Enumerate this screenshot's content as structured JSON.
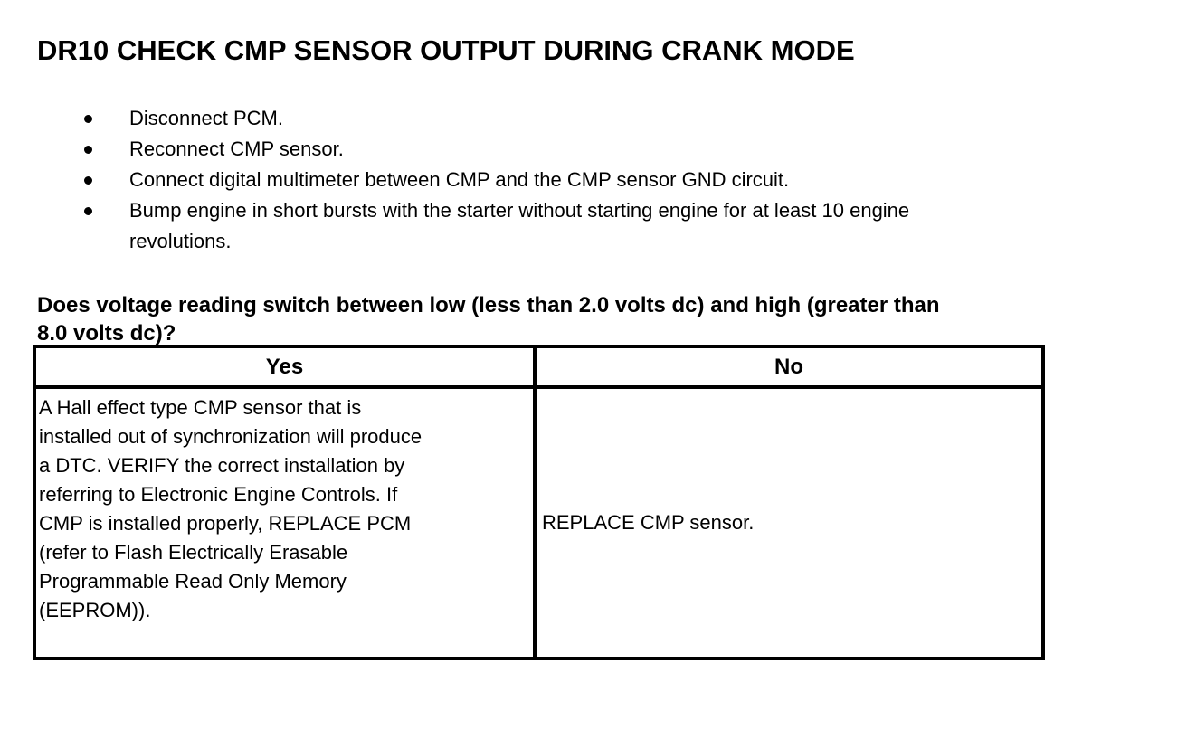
{
  "document": {
    "title": "DR10 CHECK CMP SENSOR OUTPUT DURING CRANK MODE",
    "steps": {
      "items": [
        {
          "lines": [
            "Disconnect PCM."
          ]
        },
        {
          "lines": [
            "Reconnect CMP sensor."
          ]
        },
        {
          "lines": [
            "Connect digital multimeter between CMP and the CMP sensor GND circuit."
          ]
        },
        {
          "lines": [
            "Bump engine in short bursts with the starter without starting engine for at least 10 engine",
            "revolutions."
          ]
        }
      ]
    },
    "question": {
      "lines": [
        "Does voltage reading switch between low (less than 2.0 volts dc) and high (greater than",
        "8.0 volts dc)?"
      ]
    },
    "decision_table": {
      "headers": {
        "yes": "Yes",
        "no": "No"
      },
      "yes_action": {
        "lines": [
          "A Hall effect type CMP sensor that is",
          "installed out of synchronization will produce",
          "a DTC. VERIFY the correct installation by",
          "referring to Electronic Engine Controls. If",
          "CMP is installed properly, REPLACE PCM",
          "(refer to Flash Electrically Erasable",
          "Programmable Read Only Memory",
          "(EEPROM))."
        ]
      },
      "no_action": {
        "lines": [
          "REPLACE CMP sensor."
        ]
      }
    },
    "colors": {
      "text": "#000000",
      "background": "#ffffff",
      "table_border": "#000000"
    }
  }
}
